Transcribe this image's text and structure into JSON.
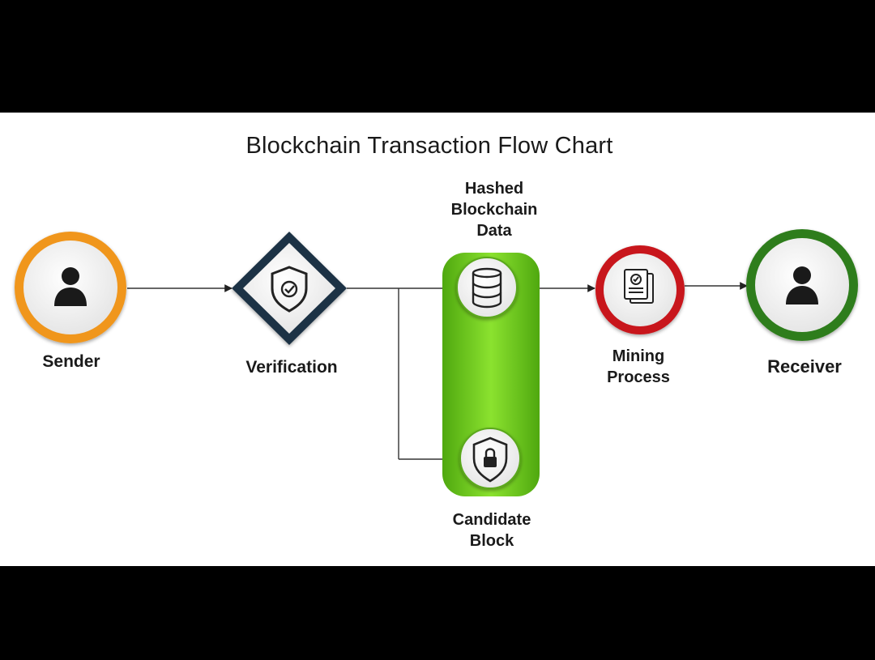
{
  "title": "Blockchain Transaction Flow Chart",
  "nodes": {
    "sender": {
      "label": "Sender",
      "icon": "user-icon",
      "ring_color": "#f0961e"
    },
    "verification": {
      "label": "Verification",
      "icon": "shield-check-icon",
      "frame_color": "#1f3345"
    },
    "hashed": {
      "label": "Hashed\nBlockchain\nData",
      "icon": "database-icon"
    },
    "candidate": {
      "label": "Candidate\nBlock",
      "icon": "shield-lock-icon"
    },
    "mining": {
      "label": "Mining\nProcess",
      "icon": "document-check-icon",
      "ring_color": "#c8171c"
    },
    "receiver": {
      "label": "Receiver",
      "icon": "user-icon",
      "ring_color": "#2f7d1c"
    }
  },
  "pill_color": "#6cc71e"
}
